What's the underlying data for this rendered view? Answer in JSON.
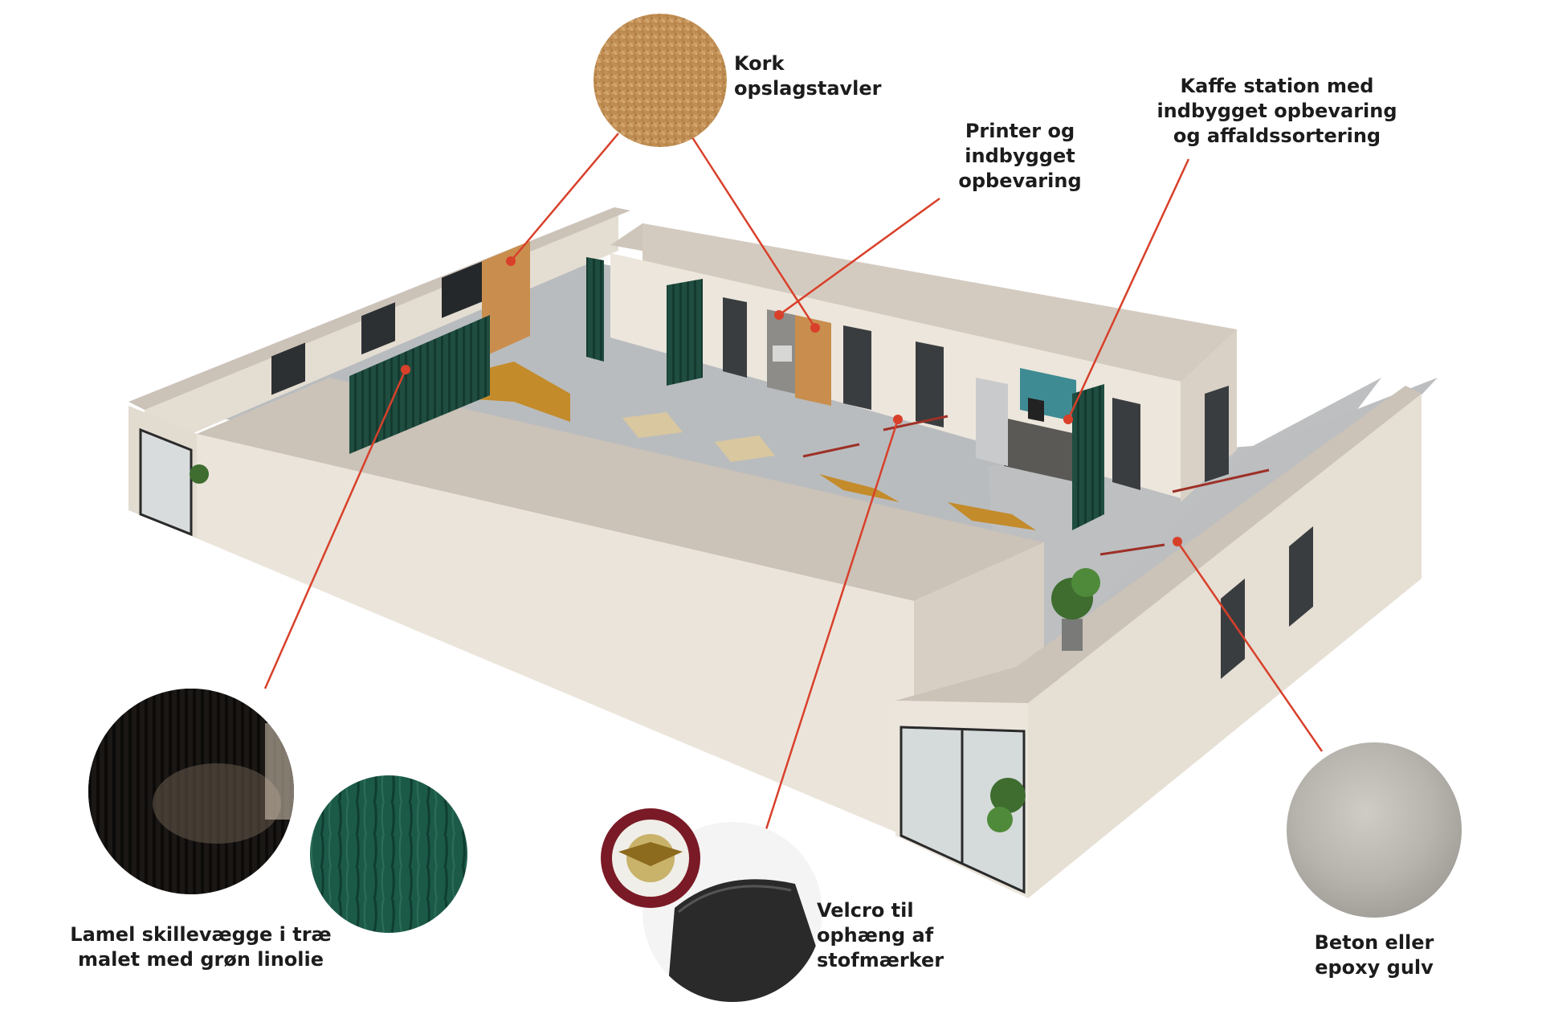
{
  "colors": {
    "leader": "#d8402a",
    "wall_top": "#cbc2b8",
    "wall_face": "#e8e2d8",
    "floor": "#b9bcbe",
    "slat_green": "#1f4d40",
    "cork": "#c98e4e",
    "sofa": "#c48b2b",
    "door": "#3a3d40"
  },
  "callouts": {
    "kork": {
      "lines": [
        "Kork",
        "opslagstavler"
      ]
    },
    "printer": {
      "lines": [
        "Printer og",
        "indbygget",
        "opbevaring"
      ]
    },
    "kaffe": {
      "lines": [
        "Kaffe station med",
        "indbygget opbevaring",
        "og affaldssortering"
      ]
    },
    "lamel": {
      "lines": [
        "Lamel skillevægge i træ",
        "malet med grøn linolie"
      ]
    },
    "velcro": {
      "lines": [
        "Velcro til",
        "ophæng af",
        "stofmærker"
      ]
    },
    "beton": {
      "lines": [
        "Beton eller",
        "epoxy gulv"
      ]
    }
  },
  "swatches": [
    {
      "name": "cork-swatch",
      "fill": "#c7945c"
    },
    {
      "name": "slat-photo-swatch",
      "fill": "#2a2622"
    },
    {
      "name": "green-wood-swatch",
      "fill": "#1d5646"
    },
    {
      "name": "velcro-swatch",
      "fill": "#f2f2f2"
    },
    {
      "name": "concrete-swatch",
      "fill": "#b8b6b2"
    }
  ]
}
